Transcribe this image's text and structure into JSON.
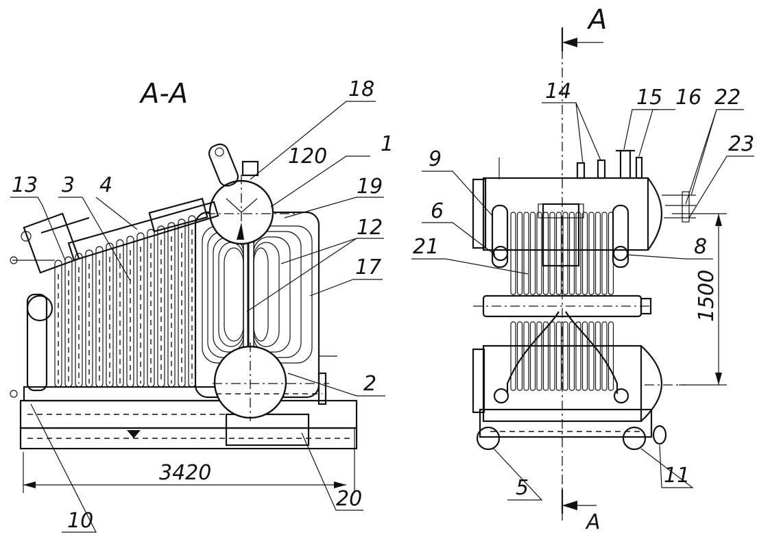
{
  "section_title": "A-A",
  "section_marker": {
    "top": "A",
    "bottom": "A"
  },
  "dimensions": {
    "length": "3420",
    "height": "1500",
    "angle": "120"
  },
  "labels": {
    "l1": "1",
    "l2": "2",
    "l3": "3",
    "l4": "4",
    "l5": "5",
    "l6": "6",
    "l8": "8",
    "l9": "9",
    "l10": "10",
    "l11": "11",
    "l12": "12",
    "l13": "13",
    "l14": "14",
    "l15": "15",
    "l16": "16",
    "l17": "17",
    "l18": "18",
    "l19": "19",
    "l20": "20",
    "l21": "21",
    "l22": "22",
    "l23": "23"
  }
}
